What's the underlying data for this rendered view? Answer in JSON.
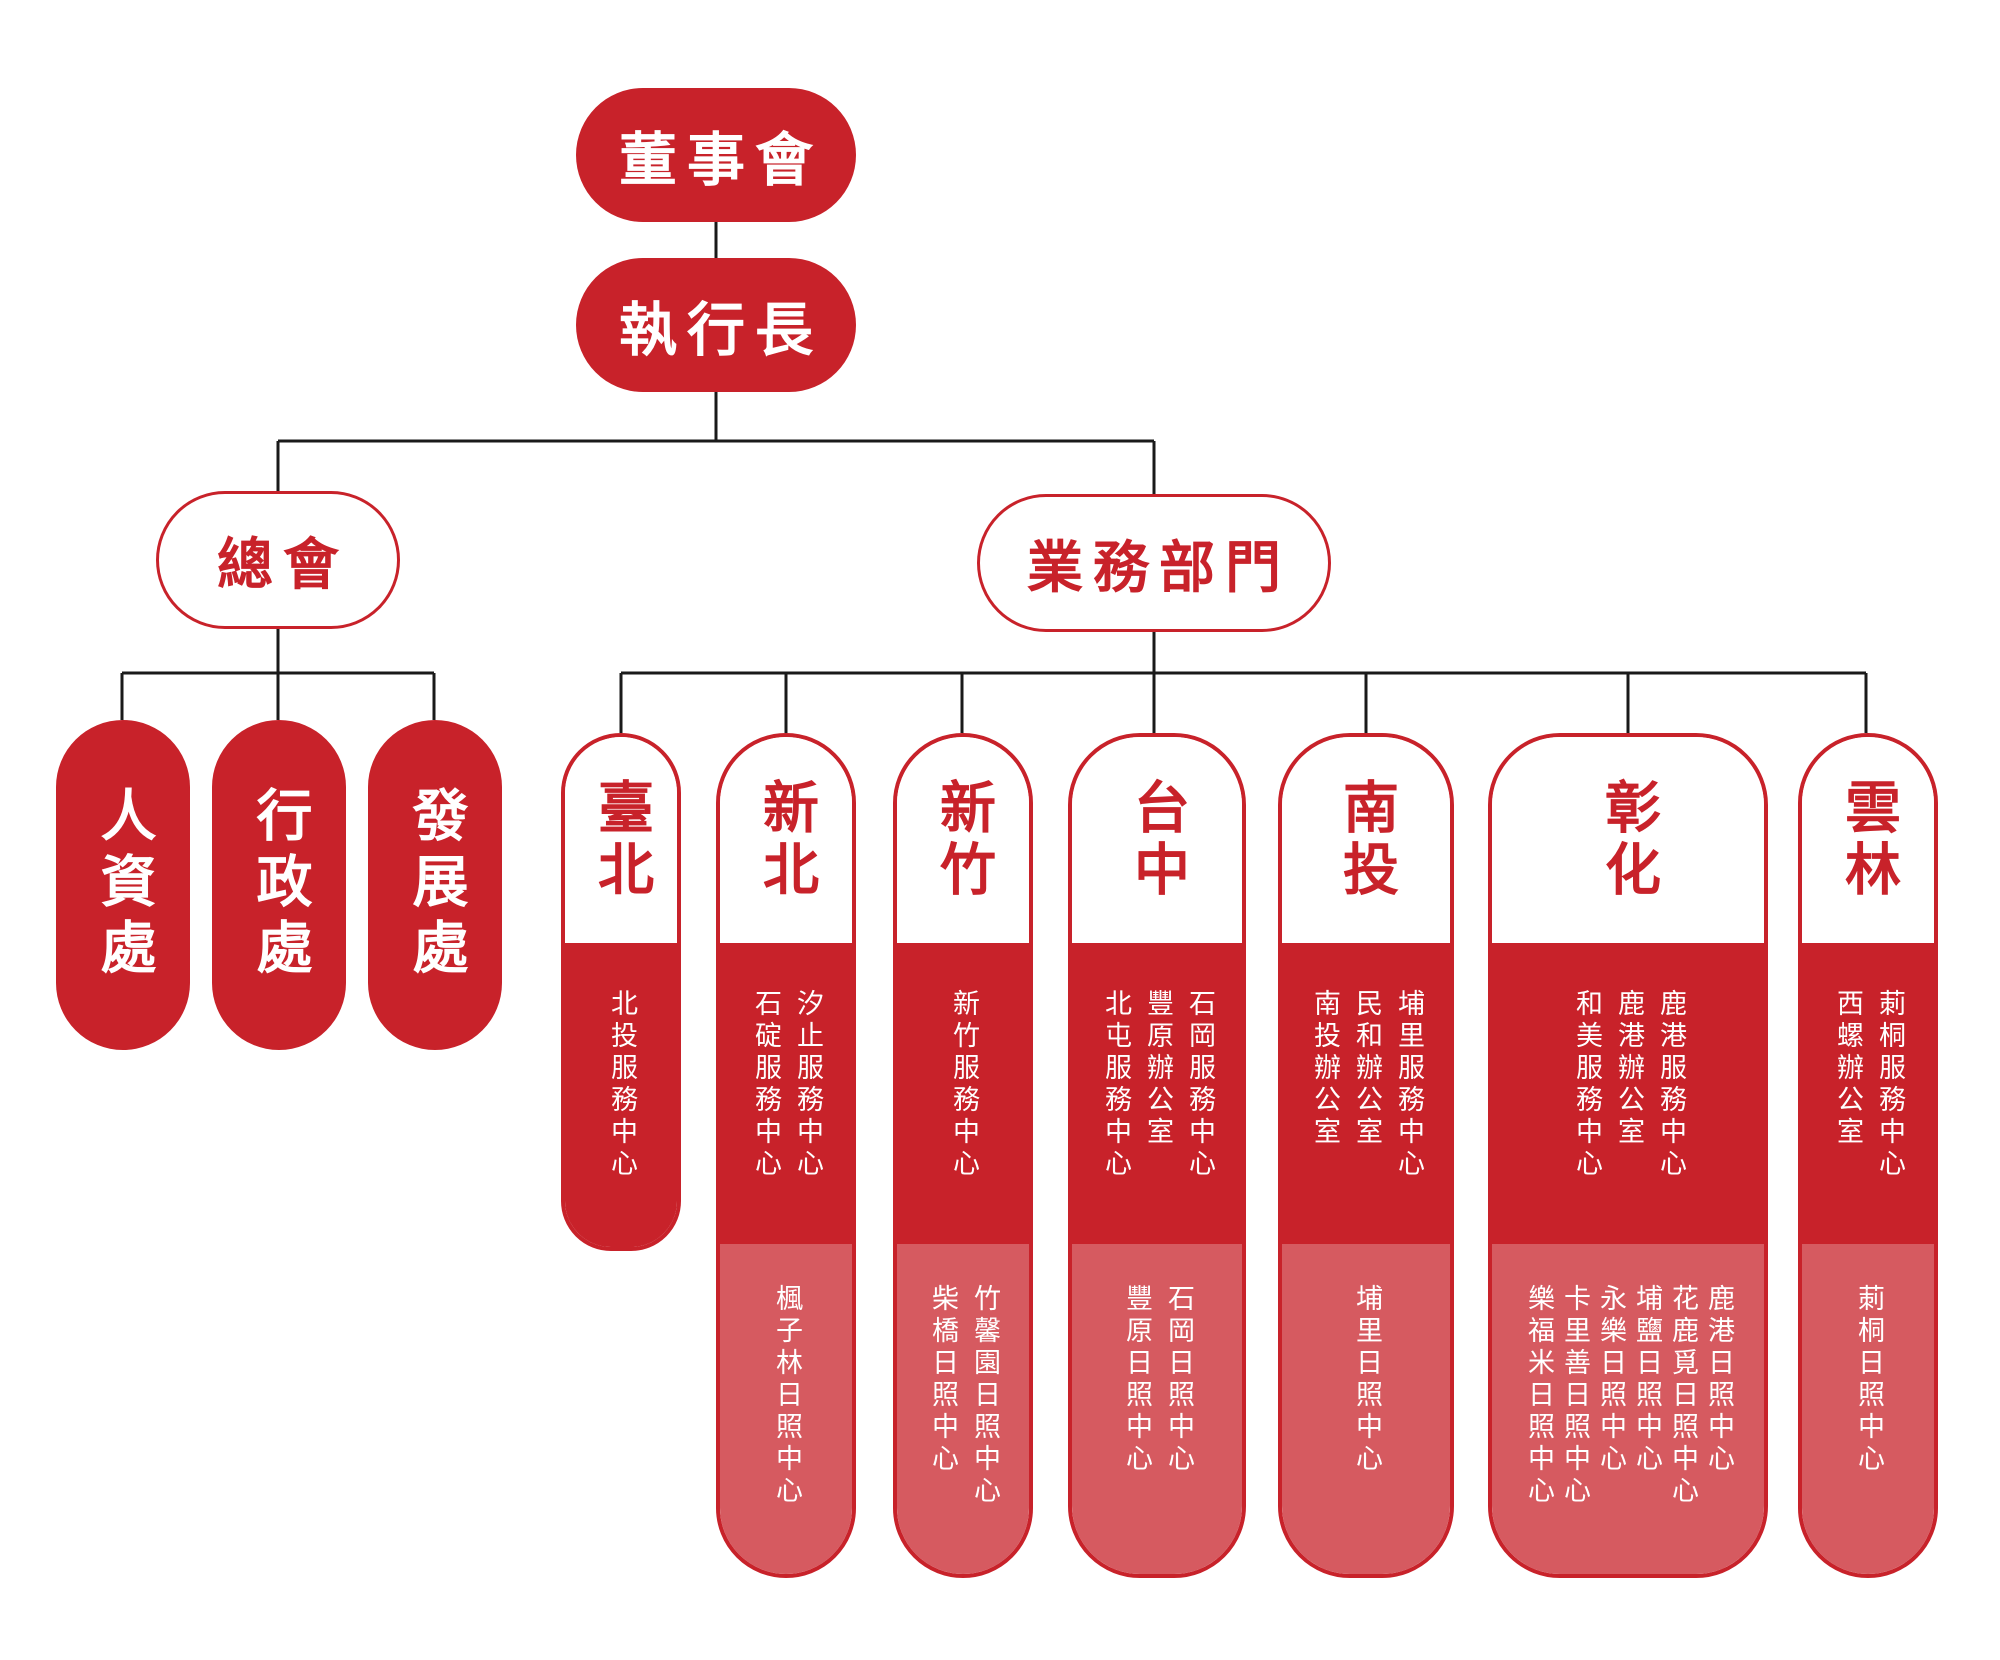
{
  "board": "董事會",
  "ceo": "執行長",
  "head_office": {
    "label": "總會",
    "units": [
      "人資處",
      "行政處",
      "發展處"
    ]
  },
  "business": {
    "label": "業務部門",
    "regions": [
      {
        "name": "臺北",
        "centers": [
          "北投服務中心"
        ],
        "day_care": []
      },
      {
        "name": "新北",
        "centers": [
          "汐止服務中心",
          "石碇服務中心"
        ],
        "day_care": [
          "楓子林日照中心"
        ]
      },
      {
        "name": "新竹",
        "centers": [
          "新竹服務中心"
        ],
        "day_care": [
          "竹馨園日照中心",
          "柴橋日照中心"
        ]
      },
      {
        "name": "台中",
        "centers": [
          "石岡服務中心",
          "豐原辦公室",
          "北屯服務中心"
        ],
        "day_care": [
          "石岡日照中心",
          "豐原日照中心"
        ]
      },
      {
        "name": "南投",
        "centers": [
          "埔里服務中心",
          "民和辦公室",
          "南投辦公室"
        ],
        "day_care": [
          "埔里日照中心"
        ]
      },
      {
        "name": "彰化",
        "centers": [
          "鹿港服務中心",
          "鹿港辦公室",
          "和美服務中心"
        ],
        "day_care": [
          "鹿港日照中心",
          "花鹿覓日照中心",
          "埔鹽日照中心",
          "永樂日照中心",
          "卡里善日照中心",
          "樂福米日照中心"
        ]
      },
      {
        "name": "雲林",
        "centers": [
          "莿桐服務中心",
          "西螺辦公室"
        ],
        "day_care": [
          "莿桐日照中心"
        ]
      }
    ]
  }
}
